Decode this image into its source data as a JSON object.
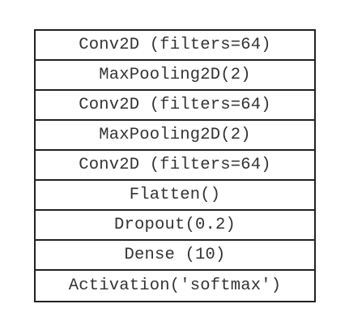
{
  "layers": [
    {
      "label": "Conv2D (filters=64)"
    },
    {
      "label": "MaxPooling2D(2)"
    },
    {
      "label": "Conv2D (filters=64)"
    },
    {
      "label": "MaxPooling2D(2)"
    },
    {
      "label": "Conv2D (filters=64)"
    },
    {
      "label": "Flatten()"
    },
    {
      "label": "Dropout(0.2)"
    },
    {
      "label": "Dense (10)"
    },
    {
      "label": "Activation('softmax')"
    }
  ],
  "colors": {
    "border": "#222222",
    "text": "#333333",
    "background": "#ffffff"
  }
}
